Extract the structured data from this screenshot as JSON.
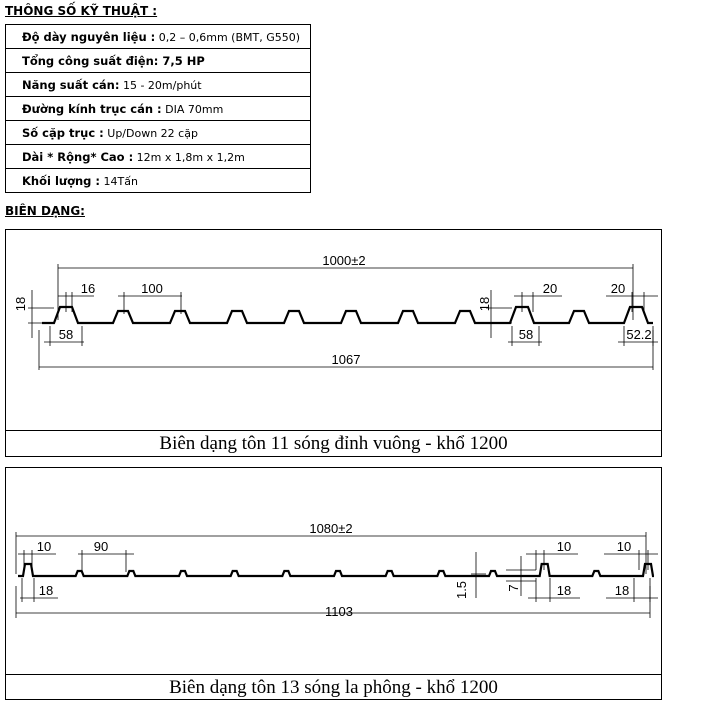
{
  "spec_heading": "THÔNG SỐ KỸ THUẬT :",
  "specs": [
    {
      "label": "Độ dày nguyên liệu :",
      "value": " 0,2 – 0,6mm (BMT, G550)",
      "value_bold": false
    },
    {
      "label": "Tổng công suất điện:",
      "value": " 7,5 HP",
      "value_bold": true
    },
    {
      "label": "Năng suất cán:",
      "value": " 15 - 20m/phút",
      "value_bold": false
    },
    {
      "label": "Đường kính trục cán :",
      "value": " DIA 70mm",
      "value_bold": false
    },
    {
      "label": "Số cặp trục :",
      "value": " Up/Down 22 cặp",
      "value_bold": false
    },
    {
      "label": "Dài * Rộng* Cao :",
      "value": " 12m x 1,8m x 1,2m",
      "value_bold": false
    },
    {
      "label": "Khối lượng :",
      "value": " 14Tấn",
      "value_bold": false
    }
  ],
  "profile_heading": "BIÊN DẠNG:",
  "profile1": {
    "caption": "Biên dạng tôn 11 sóng đỉnh vuông - khổ 1200",
    "ribs": 11,
    "dims": {
      "width_top": "1000±2",
      "width_total": "1067",
      "rib_height_left": "18",
      "rib_height_right": "18",
      "rib_top_left": "16",
      "pitch": "100",
      "rib_base_left": "58",
      "rib_top_mid_right": "20",
      "rib_top_right": "20",
      "rib_base_right": "58",
      "edge_right": "52.2"
    }
  },
  "profile2": {
    "caption": "Biên dạng tôn 13 sóng la phông - khổ 1200",
    "ribs": 13,
    "dims": {
      "width_top": "1080±2",
      "width_total": "1103",
      "rib_top_left": "10",
      "pitch": "90",
      "rib_base_left": "18",
      "height_small": "1.5",
      "height_rib": "7",
      "rib_top_mid_right": "10",
      "rib_top_right": "10",
      "rib_base_mid_right": "18",
      "rib_base_right": "18"
    }
  }
}
